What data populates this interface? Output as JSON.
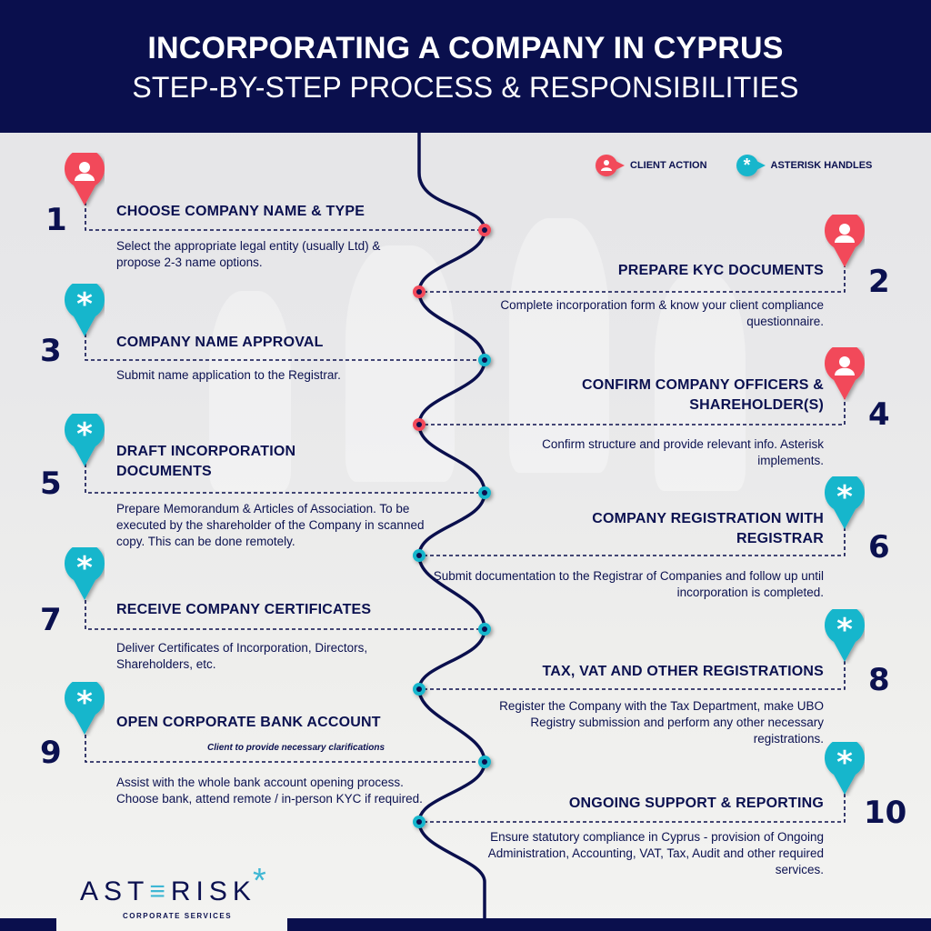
{
  "header": {
    "title": "INCORPORATING A COMPANY IN CYPRUS",
    "subtitle": "STEP-BY-STEP PROCESS & RESPONSIBILITIES"
  },
  "legend": {
    "client_action": {
      "label": "CLIENT ACTION",
      "icon": "person-icon",
      "color": "#f24a5a"
    },
    "asterisk_handles": {
      "label": "ASTERISK HANDLES",
      "icon": "asterisk-icon",
      "color": "#17b6cc"
    }
  },
  "steps": [
    {
      "num": "1",
      "side": "left",
      "owner": "client",
      "title": "CHOOSE COMPANY NAME & TYPE",
      "desc": "Select the appropriate legal entity (usually Ltd) & propose 2-3 name options."
    },
    {
      "num": "2",
      "side": "right",
      "owner": "client",
      "title": "PREPARE KYC DOCUMENTS",
      "desc": "Complete incorporation form & know your client compliance questionnaire."
    },
    {
      "num": "3",
      "side": "left",
      "owner": "asterisk",
      "title": "COMPANY NAME APPROVAL",
      "desc": "Submit name application to the Registrar."
    },
    {
      "num": "4",
      "side": "right",
      "owner": "client",
      "title": "CONFIRM COMPANY OFFICERS & SHAREHOLDER(S)",
      "desc": "Confirm structure and provide relevant info. Asterisk implements."
    },
    {
      "num": "5",
      "side": "left",
      "owner": "asterisk",
      "title": "DRAFT INCORPORATION DOCUMENTS",
      "desc": "Prepare Memorandum & Articles of Association. To be executed by the shareholder of the Company in scanned copy. This can be done remotely."
    },
    {
      "num": "6",
      "side": "right",
      "owner": "asterisk",
      "title": "COMPANY REGISTRATION WITH REGISTRAR",
      "desc": "Submit documentation to the Registrar of Companies and follow up until incorporation is completed."
    },
    {
      "num": "7",
      "side": "left",
      "owner": "asterisk",
      "title": "RECEIVE COMPANY CERTIFICATES",
      "desc": "Deliver Certificates of Incorporation, Directors, Shareholders, etc."
    },
    {
      "num": "8",
      "side": "right",
      "owner": "asterisk",
      "title": "TAX, VAT AND OTHER REGISTRATIONS",
      "desc": "Register the Company with the Tax Department, make UBO Registry submission and perform any other necessary registrations."
    },
    {
      "num": "9",
      "side": "left",
      "owner": "asterisk",
      "title": "OPEN CORPORATE BANK ACCOUNT",
      "note": "Client to provide necessary clarifications",
      "desc": "Assist with the whole bank account opening process. Choose bank, attend remote / in-person KYC if required."
    },
    {
      "num": "10",
      "side": "right",
      "owner": "asterisk",
      "title": "ONGOING SUPPORT & REPORTING",
      "desc": "Ensure statutory compliance in Cyprus - provision of Ongoing Administration, Accounting, VAT, Tax, Audit and other required services."
    }
  ],
  "brand": {
    "name_a": "AST",
    "name_e": "≡",
    "name_b": "RISK",
    "star": "*",
    "tagline": "CORPORATE SERVICES"
  },
  "colors": {
    "navy": "#0a0f4d",
    "client_red": "#f24a5a",
    "asterisk_teal": "#17b6cc",
    "logo_star": "#3fb7d4"
  }
}
